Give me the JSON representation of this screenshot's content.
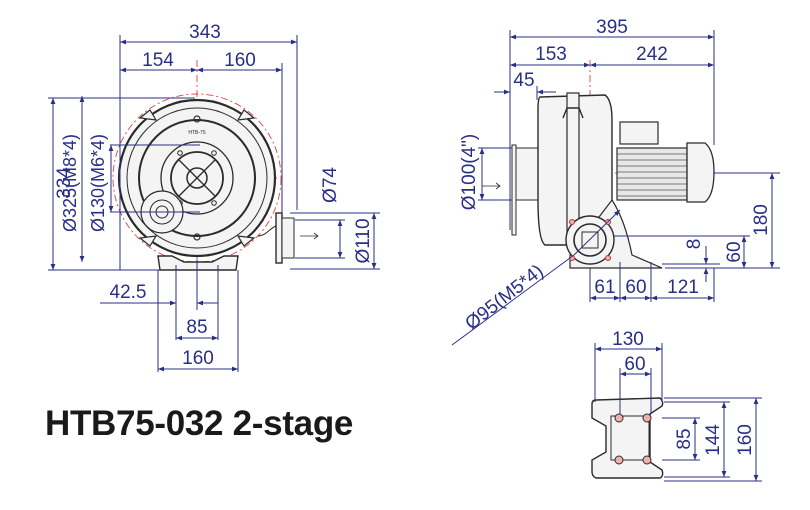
{
  "title": "HTB75-032 2-stage",
  "front_view": {
    "nameplate": "HTB-75",
    "dimensions": {
      "overall_width": "343",
      "left_of_center": "154",
      "right_of_center": "160",
      "overall_height": "334",
      "flange_bolt_circle": "Ø325(M8*4)",
      "inlet_bolt_circle": "Ø130(M6*4)",
      "outlet_inner_dia": "Ø74",
      "outlet_flange_dia": "Ø110",
      "foot_offset": "42.5",
      "foot_hole_spacing": "85",
      "foot_width": "160"
    }
  },
  "side_view": {
    "dimensions": {
      "overall_length": "395",
      "inlet_to_center": "153",
      "center_to_end": "242",
      "flange_depth": "45",
      "inlet_dia": "Ø100(4\")",
      "outlet_bolt_circle": "Ø95(M5*4)",
      "shaft_height": "180",
      "outlet_center_height": "60",
      "base_thickness": "8",
      "foot_a": "61",
      "foot_b": "60",
      "foot_c": "121"
    }
  },
  "base_view": {
    "dimensions": {
      "outer_width": "130",
      "hole_spacing_x": "60",
      "hole_spacing_y": "85",
      "inner_length": "144",
      "outer_length": "160"
    }
  },
  "colors": {
    "dimension": "#2a2f86",
    "centerline": "#e2423f",
    "outline": "#2b2b2b",
    "title": "#1a1a1a"
  }
}
